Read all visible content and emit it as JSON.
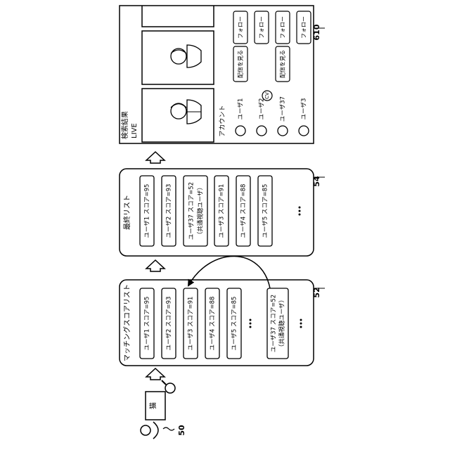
{
  "user": {
    "ref": "50"
  },
  "query": {
    "text": "猫"
  },
  "matching_list": {
    "title": "マッチングスコアリスト",
    "ref": "52",
    "items": [
      "ユーザ1 スコア=95",
      "ユーザ2 スコア=93",
      "ユーザ3 スコア=91",
      "ユーザ4 スコア=88",
      "ユーザ5 スコア=85"
    ],
    "ellipsis": "…",
    "special_item": {
      "line1": "ユーザ37 スコア=52",
      "line2": "（共通視聴ユーザ）"
    }
  },
  "final_list": {
    "title": "最終リスト",
    "ref": "54",
    "items": [
      {
        "line1": "ユーザ1 スコア=95"
      },
      {
        "line1": "ユーザ2 スコア=93"
      },
      {
        "line1": "ユーザ37 スコア=52",
        "line2": "（共通視聴ユーザ）"
      },
      {
        "line1": "ユーザ3 スコア=91"
      },
      {
        "line1": "ユーザ4 スコア=88"
      },
      {
        "line1": "ユーザ5 スコア=85"
      }
    ],
    "ellipsis": "…"
  },
  "search_result": {
    "title": "検索結果",
    "live_label": "LIVE",
    "account_label": "アカウント",
    "ref": "610",
    "cv_badge": "CV",
    "accounts": [
      {
        "name": "ユーザ1",
        "view_label": "配信を見る",
        "follow_label": "フォロー"
      },
      {
        "name": "ユーザ2",
        "view_label": "",
        "follow_label": "フォロー"
      },
      {
        "name": "ユーザ37",
        "view_label": "配信を見る",
        "follow_label": "フォロー"
      },
      {
        "name": "ユーザ3",
        "view_label": "",
        "follow_label": "フォロー"
      }
    ]
  }
}
